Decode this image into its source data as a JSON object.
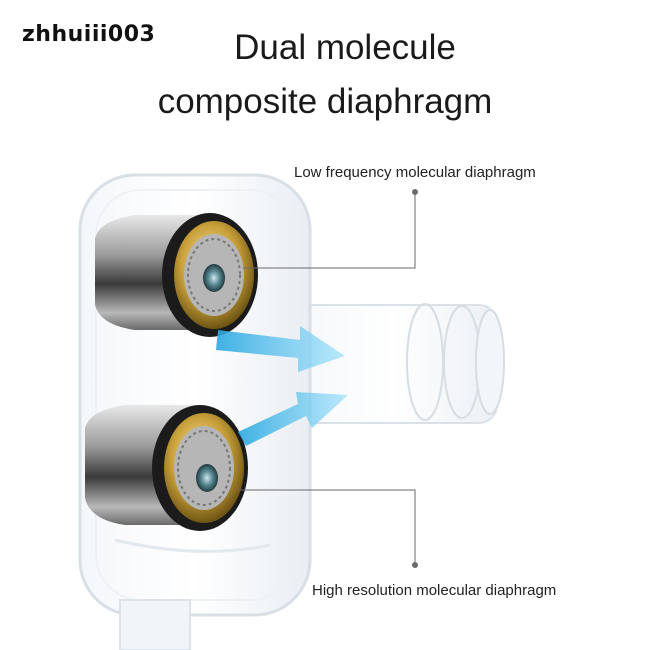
{
  "watermark": "zhhuiii003",
  "title": {
    "line1": "Dual molecule",
    "line2": "composite diaphragm"
  },
  "labels": {
    "low": "Low frequency molecular diaphragm",
    "high": "High resolution molecular diaphragm"
  },
  "colors": {
    "gold": "#c9a13a",
    "arrow": "#4fc3f7",
    "shell": "#e6ecf2",
    "leader": "#555555"
  }
}
